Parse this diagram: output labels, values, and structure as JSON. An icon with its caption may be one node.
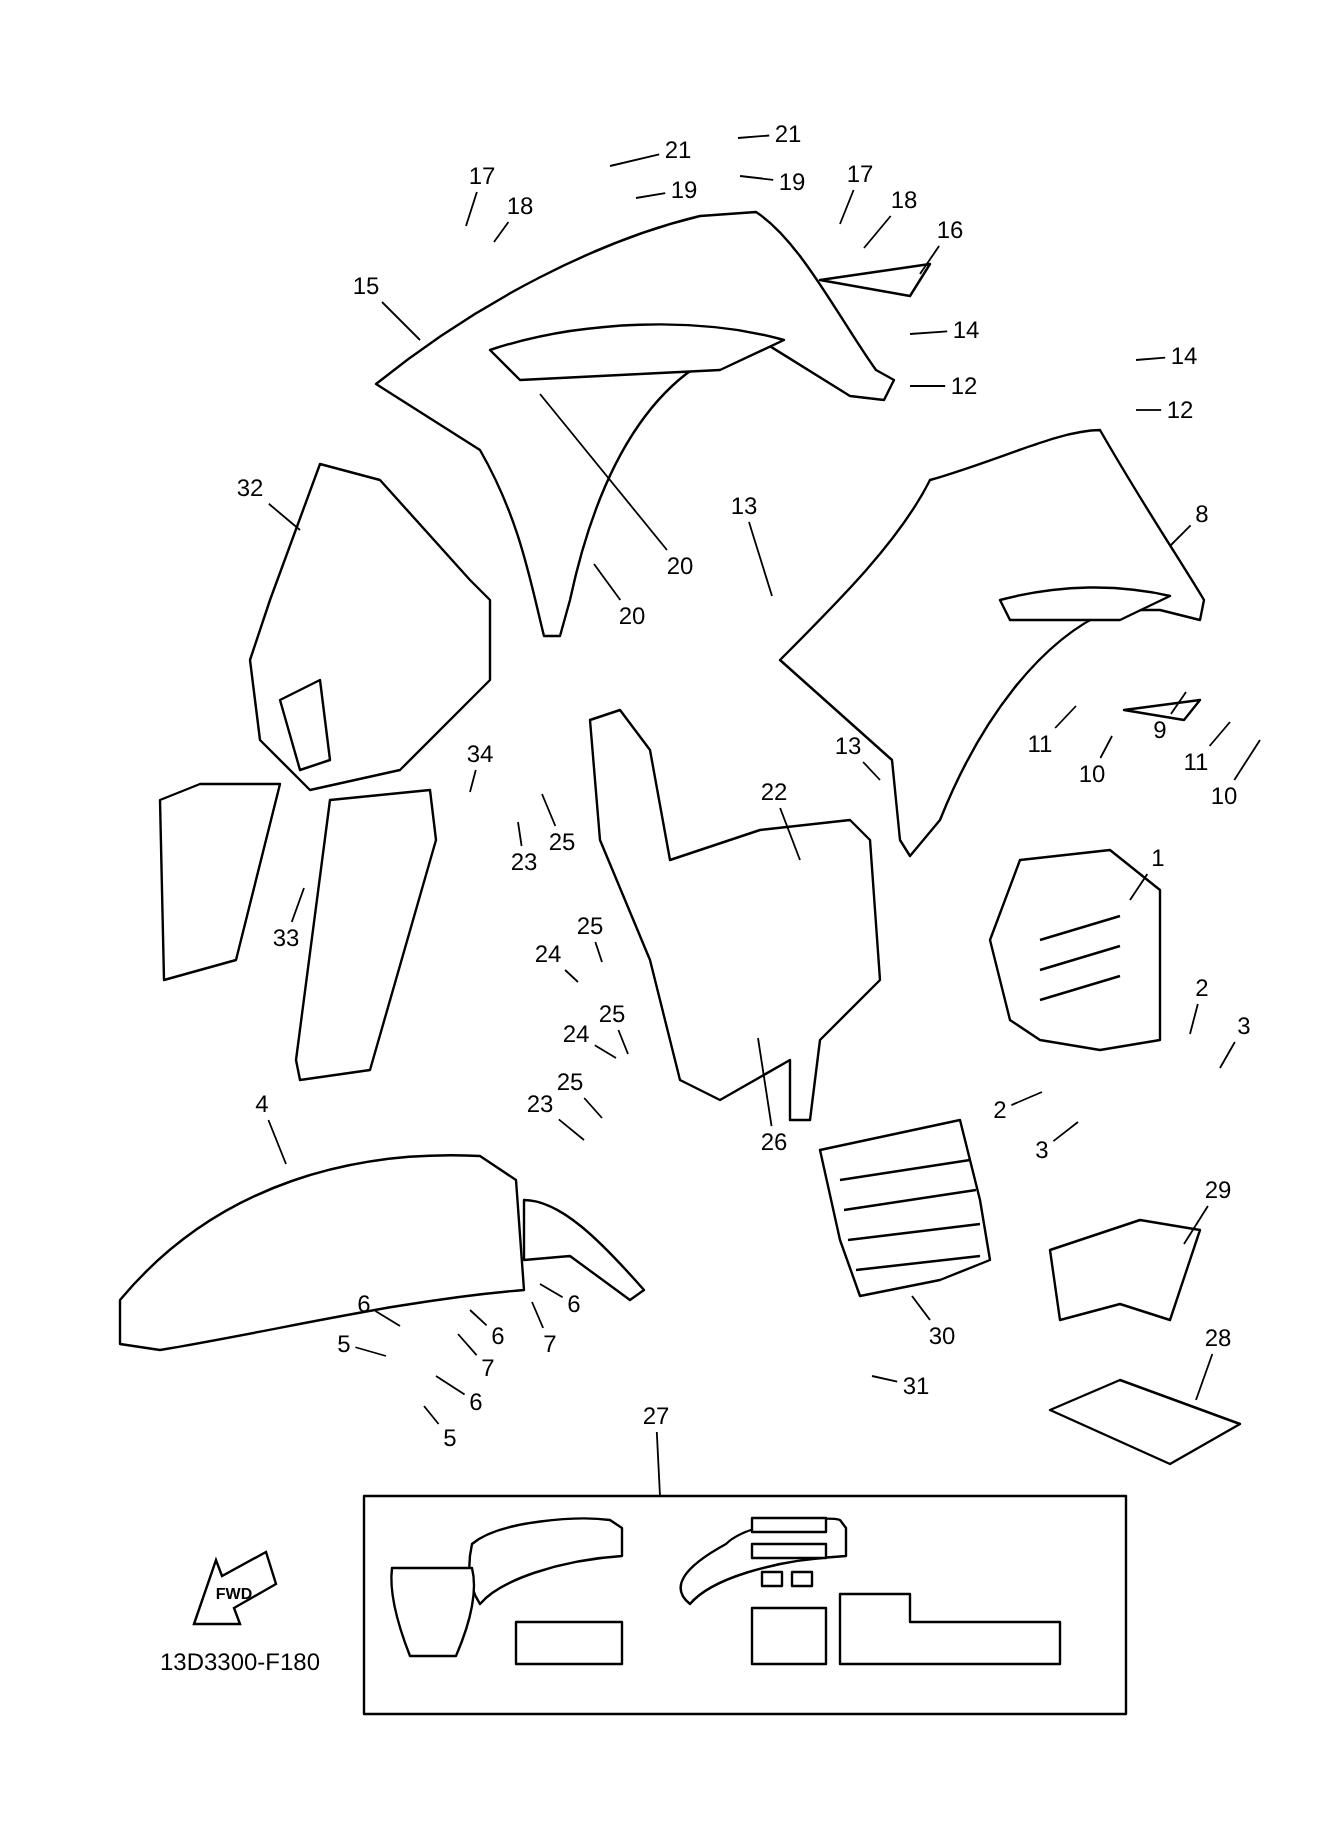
{
  "diagram": {
    "nodes": [
      {
        "text": [
          "21"
        ]
      },
      {
        "text": [
          "21"
        ]
      },
      {
        "text": [
          "19"
        ]
      },
      {
        "text": [
          "19"
        ]
      },
      {
        "text": [
          "17"
        ]
      },
      {
        "text": [
          "18"
        ]
      },
      {
        "text": [
          "17"
        ]
      },
      {
        "text": [
          "18"
        ]
      },
      {
        "text": [
          "16"
        ]
      },
      {
        "text": [
          "15"
        ]
      },
      {
        "text": [
          "14"
        ]
      },
      {
        "text": [
          "12"
        ]
      },
      {
        "text": [
          "14"
        ]
      },
      {
        "text": [
          "12"
        ]
      },
      {
        "text": [
          "32"
        ]
      },
      {
        "text": [
          "13"
        ]
      },
      {
        "text": [
          "8"
        ]
      },
      {
        "text": [
          "20"
        ]
      },
      {
        "text": [
          "20"
        ]
      },
      {
        "text": [
          "9"
        ]
      },
      {
        "text": [
          "11"
        ]
      },
      {
        "text": [
          "10"
        ]
      },
      {
        "text": [
          "11"
        ]
      },
      {
        "text": [
          "10"
        ]
      },
      {
        "text": [
          "13"
        ]
      },
      {
        "text": [
          "34"
        ]
      },
      {
        "text": [
          "22"
        ]
      },
      {
        "text": [
          "25"
        ]
      },
      {
        "text": [
          "23"
        ]
      },
      {
        "text": [
          "1"
        ]
      },
      {
        "text": [
          "33"
        ]
      },
      {
        "text": [
          "25"
        ]
      },
      {
        "text": [
          "24"
        ]
      },
      {
        "text": [
          "2"
        ]
      },
      {
        "text": [
          "3"
        ]
      },
      {
        "text": [
          "25"
        ]
      },
      {
        "text": [
          "24"
        ]
      },
      {
        "text": [
          "25"
        ]
      },
      {
        "text": [
          "23"
        ]
      },
      {
        "text": [
          "4"
        ]
      },
      {
        "text": [
          "2"
        ]
      },
      {
        "text": [
          "26"
        ]
      },
      {
        "text": [
          "3"
        ]
      },
      {
        "text": [
          "29"
        ]
      },
      {
        "text": [
          "6"
        ]
      },
      {
        "text": [
          "6"
        ]
      },
      {
        "text": [
          "30"
        ]
      },
      {
        "text": [
          "5"
        ]
      },
      {
        "text": [
          "28"
        ]
      },
      {
        "text": [
          "7"
        ]
      },
      {
        "text": [
          "6"
        ]
      },
      {
        "text": [
          "7"
        ]
      },
      {
        "text": [
          "31"
        ]
      },
      {
        "text": [
          "6"
        ]
      },
      {
        "text": [
          "5"
        ]
      },
      {
        "text": [
          "27"
        ]
      }
    ],
    "edges": [
      {
        "from": 0,
        "to": null,
        "arrow": "none"
      },
      {
        "from": 1,
        "to": null,
        "arrow": "none"
      },
      {
        "from": 2,
        "to": null,
        "arrow": "none"
      },
      {
        "from": 3,
        "to": null,
        "arrow": "none"
      },
      {
        "from": 4,
        "to": null,
        "arrow": "none"
      },
      {
        "from": 5,
        "to": null,
        "arrow": "none"
      },
      {
        "from": 6,
        "to": null,
        "arrow": "none"
      },
      {
        "from": 7,
        "to": null,
        "arrow": "none"
      },
      {
        "from": 8,
        "to": null,
        "arrow": "none"
      },
      {
        "from": 9,
        "to": null,
        "arrow": "none"
      },
      {
        "from": 10,
        "to": null,
        "arrow": "none"
      },
      {
        "from": 11,
        "to": null,
        "arrow": "none"
      },
      {
        "from": 12,
        "to": null,
        "arrow": "none"
      },
      {
        "from": 13,
        "to": null,
        "arrow": "none"
      },
      {
        "from": 14,
        "to": null,
        "arrow": "none"
      },
      {
        "from": 15,
        "to": null,
        "arrow": "none"
      },
      {
        "from": 16,
        "to": null,
        "arrow": "none"
      },
      {
        "from": 17,
        "to": null,
        "arrow": "none"
      },
      {
        "from": 18,
        "to": null,
        "arrow": "none"
      },
      {
        "from": 19,
        "to": null,
        "arrow": "none"
      },
      {
        "from": 20,
        "to": null,
        "arrow": "none"
      },
      {
        "from": 21,
        "to": null,
        "arrow": "none"
      },
      {
        "from": 22,
        "to": null,
        "arrow": "none"
      },
      {
        "from": 23,
        "to": null,
        "arrow": "none"
      },
      {
        "from": 24,
        "to": null,
        "arrow": "none"
      },
      {
        "from": 25,
        "to": null,
        "arrow": "none"
      },
      {
        "from": 26,
        "to": null,
        "arrow": "none"
      },
      {
        "from": 27,
        "to": null,
        "arrow": "none"
      },
      {
        "from": 28,
        "to": null,
        "arrow": "none"
      },
      {
        "from": 29,
        "to": null,
        "arrow": "none"
      },
      {
        "from": 30,
        "to": null,
        "arrow": "none"
      },
      {
        "from": 31,
        "to": null,
        "arrow": "none"
      },
      {
        "from": 32,
        "to": null,
        "arrow": "none"
      },
      {
        "from": 33,
        "to": null,
        "arrow": "none"
      },
      {
        "from": 34,
        "to": null,
        "arrow": "none"
      },
      {
        "from": 35,
        "to": null,
        "arrow": "none"
      },
      {
        "from": 36,
        "to": null,
        "arrow": "none"
      },
      {
        "from": 37,
        "to": null,
        "arrow": "none"
      },
      {
        "from": 38,
        "to": null,
        "arrow": "none"
      },
      {
        "from": 39,
        "to": null,
        "arrow": "none"
      },
      {
        "from": 40,
        "to": null,
        "arrow": "none"
      },
      {
        "from": 41,
        "to": null,
        "arrow": "none"
      },
      {
        "from": 42,
        "to": null,
        "arrow": "none"
      },
      {
        "from": 43,
        "to": null,
        "arrow": "none"
      },
      {
        "from": 44,
        "to": null,
        "arrow": "none"
      },
      {
        "from": 45,
        "to": null,
        "arrow": "none"
      },
      {
        "from": 46,
        "to": null,
        "arrow": "none"
      },
      {
        "from": 47,
        "to": null,
        "arrow": "none"
      },
      {
        "from": 48,
        "to": null,
        "arrow": "none"
      },
      {
        "from": 49,
        "to": null,
        "arrow": "none"
      },
      {
        "from": 50,
        "to": null,
        "arrow": "none"
      },
      {
        "from": 51,
        "to": null,
        "arrow": "none"
      },
      {
        "from": 52,
        "to": null,
        "arrow": "none"
      },
      {
        "from": 53,
        "to": null,
        "arrow": "none"
      },
      {
        "from": 54,
        "to": null,
        "arrow": "none"
      },
      {
        "from": 55,
        "to": null,
        "arrow": "none"
      }
    ],
    "labels": [
      "FWD",
      "13D3300-F180"
    ]
  }
}
